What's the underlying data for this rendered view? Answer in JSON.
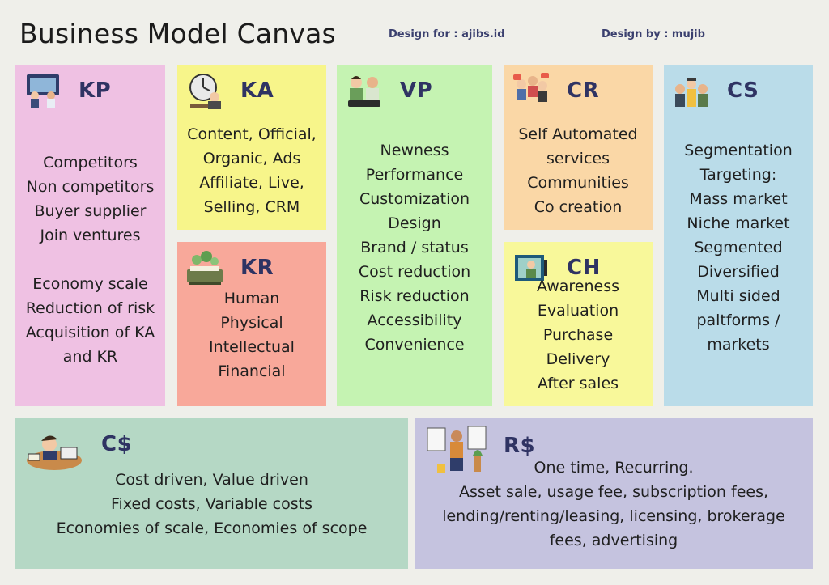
{
  "header": {
    "title": "Business Model Canvas",
    "design_for": "Design for : ajibs.id",
    "design_by": "Design by : mujib"
  },
  "blocks": {
    "kp": {
      "code": "KP",
      "icon": "partners-icon",
      "color": "#efc1e3",
      "lines": [
        "Competitors",
        "Non competitors",
        "Buyer supplier",
        "Join ventures",
        "",
        "Economy scale",
        "Reduction of risk",
        "Acquisition of KA",
        "and KR"
      ]
    },
    "ka": {
      "code": "KA",
      "icon": "activities-icon",
      "color": "#f7f58a",
      "lines": [
        "Content, Official,",
        "Organic, Ads",
        "Affiliate, Live,",
        "Selling, CRM"
      ]
    },
    "kr": {
      "code": "KR",
      "icon": "resources-icon",
      "color": "#f8a89a",
      "lines": [
        "Human",
        "Physical",
        "Intellectual",
        "Financial"
      ]
    },
    "vp": {
      "code": "VP",
      "icon": "value-icon",
      "color": "#c5f3b2",
      "lines": [
        "Newness",
        "Performance",
        "Customization",
        "Design",
        "Brand / status",
        "Cost reduction",
        "Risk reduction",
        "Accessibility",
        "Convenience"
      ]
    },
    "cr": {
      "code": "CR",
      "icon": "relationships-icon",
      "color": "#fad7a6",
      "lines": [
        "Self Automated",
        "services",
        "Communities",
        "Co creation"
      ]
    },
    "ch": {
      "code": "CH",
      "icon": "channels-icon",
      "color": "#f8f89a",
      "lines": [
        "Awareness",
        "Evaluation",
        "Purchase",
        "Delivery",
        "After sales"
      ]
    },
    "cs": {
      "code": "CS",
      "icon": "segments-icon",
      "color": "#badce9",
      "lines": [
        "Segmentation",
        "Targeting:",
        "Mass market",
        "Niche market",
        "Segmented",
        "Diversified",
        "Multi sided",
        "paltforms /",
        "markets"
      ]
    },
    "cost": {
      "code": "C$",
      "icon": "cost-icon",
      "color": "#b5d8c5",
      "lines": [
        "Cost driven, Value driven",
        "Fixed costs, Variable costs",
        "Economies of scale, Economies of scope"
      ]
    },
    "rev": {
      "code": "R$",
      "icon": "revenue-icon",
      "color": "#c5c3df",
      "lines": [
        "One time, Recurring.",
        "Asset sale, usage fee, subscription fees,",
        "lending/renting/leasing, licensing, brokerage",
        "fees, advertising"
      ]
    }
  }
}
